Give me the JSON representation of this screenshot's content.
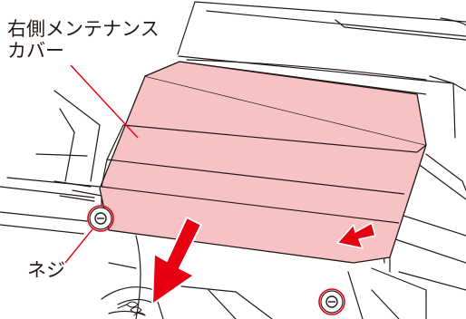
{
  "labels": {
    "cover_line1": "右側メンテナンス",
    "cover_line2": "カバー",
    "screw": "ネジ"
  },
  "colors": {
    "cover_fill": "#f6c2c4",
    "arrow_red": "#e60012",
    "leader_red": "#e60012",
    "outline": "#231815"
  },
  "icons": [
    "screw-icon",
    "remove-direction-arrow",
    "slide-direction-arrow"
  ]
}
